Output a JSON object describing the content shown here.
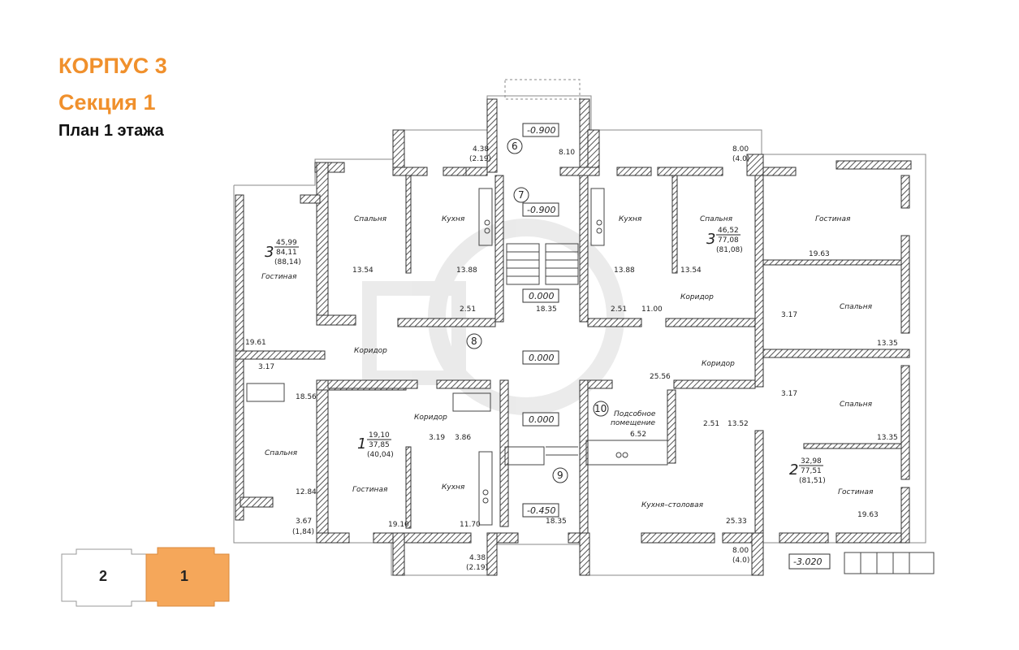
{
  "header": {
    "building": "КОРПУС 3",
    "section": "Секция 1",
    "plan": "План 1 этажа"
  },
  "colors": {
    "accent": "#f0902c",
    "wall": "#555555",
    "active_section": "#f5a75a"
  },
  "sections": [
    {
      "label": "2",
      "active": false
    },
    {
      "label": "1",
      "active": true
    }
  ],
  "apartments": {
    "a3": {
      "rooms": "3",
      "living": "45,99",
      "total": "84,11",
      "full": "(88,14)"
    },
    "a3b": {
      "rooms": "3",
      "living": "46,52",
      "total": "77,08",
      "full": "(81,08)"
    },
    "a1": {
      "rooms": "1",
      "living": "19,10",
      "total": "37,85",
      "full": "(40,04)"
    },
    "a2": {
      "rooms": "2",
      "living": "32,98",
      "total": "77,51",
      "full": "(81,51)"
    }
  },
  "rooms": {
    "bedroom": "Спальня",
    "kitchen": "Кухня",
    "living": "Гостиная",
    "corridor": "Коридор",
    "utility1": "Подсобное",
    "utility2": "помещение",
    "kitchen_dining": "Кухня–столовая"
  },
  "levels": [
    "-0.900",
    "-0.900",
    "0.000",
    "0.000",
    "0.000",
    "-0.450",
    "-3.020"
  ],
  "circles": [
    "6",
    "7",
    "8",
    "9",
    "10"
  ],
  "areas": {
    "a1": "13.54",
    "a2": "13.88",
    "a3": "13.88",
    "a4": "13.54",
    "a5": "19.63",
    "a6": "19.61",
    "a7": "3.17",
    "a8": "18.56",
    "a9": "12.84",
    "a10": "3.67",
    "a11": "(1,84)",
    "a12": "2.51",
    "a13": "18.35",
    "a14": "2.51",
    "a15": "11.00",
    "a16": "3.17",
    "a17": "13.35",
    "a18": "25.56",
    "a19": "3.17",
    "a20": "13.35",
    "a21": "2.51",
    "a22": "13.52",
    "a23": "6.52",
    "a24": "3.19",
    "a25": "3.86",
    "a26": "19.10",
    "a27": "11.70",
    "a28": "18.35",
    "a29": "25.33",
    "a30": "19.63",
    "a31": "4.38",
    "a32": "(2.19)",
    "a33": "8.10",
    "a34": "8.00",
    "a35": "(4.0)",
    "a36": "4.38",
    "a37": "(2.19)",
    "a38": "8.00",
    "a39": "(4.0)"
  }
}
